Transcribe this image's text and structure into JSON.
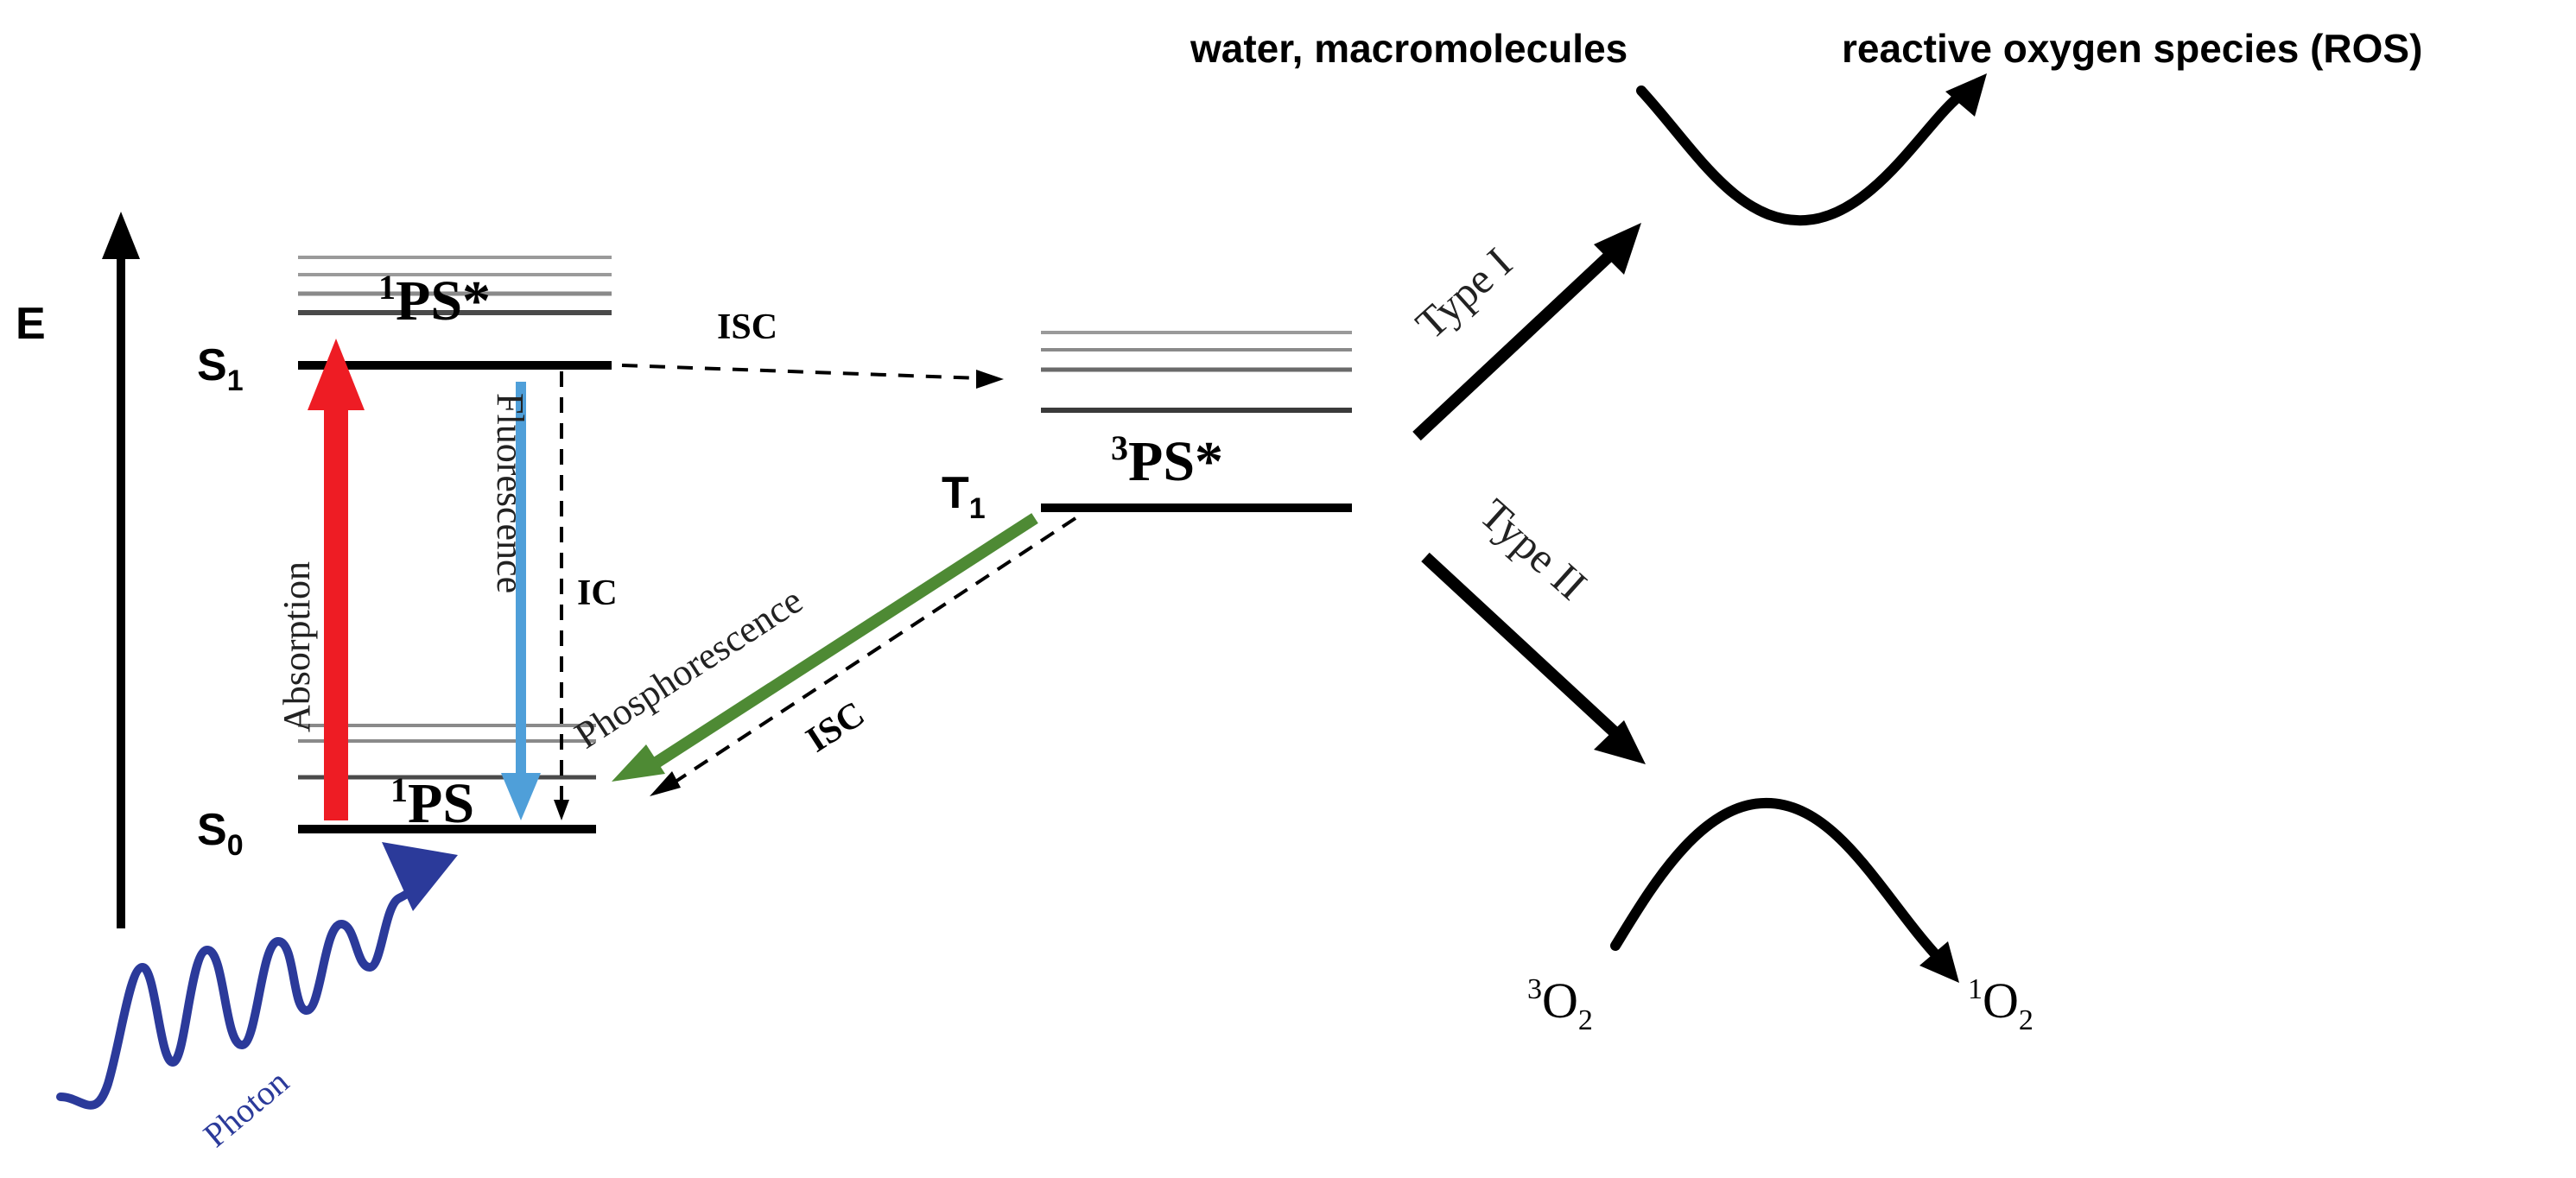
{
  "axis": {
    "energy_label": "E"
  },
  "states": {
    "s1": {
      "label": "S",
      "sub": "1",
      "species_sup": "1",
      "species": "PS*"
    },
    "s0": {
      "label": "S",
      "sub": "0",
      "species_sup": "1",
      "species": "PS"
    },
    "t1": {
      "label": "T",
      "sub": "1",
      "species_sup": "3",
      "species": "PS*"
    }
  },
  "transitions": {
    "absorption": "Absorption",
    "fluorescence": "Fluorescence",
    "ic": "IC",
    "isc_forward": "ISC",
    "isc_back": "ISC",
    "phosphorescence": "Phosphorescence",
    "photon": "Photon"
  },
  "pathways": {
    "type1": "Type I",
    "type2": "Type II",
    "type1_reactant": "water, macromolecules",
    "type1_product": "reactive oxygen species (ROS)",
    "type2_reactant_sup": "3",
    "type2_reactant_base": "O",
    "type2_reactant_sub": "2",
    "type2_product_sup": "1",
    "type2_product_base": "O",
    "type2_product_sub": "2"
  },
  "colors": {
    "absorption": "#ee1c24",
    "fluorescence": "#4f9fd9",
    "phosphorescence": "#4e8a34",
    "photon": "#2b3a9a",
    "line": "#000000",
    "sublevel": "#8a8a8a"
  }
}
